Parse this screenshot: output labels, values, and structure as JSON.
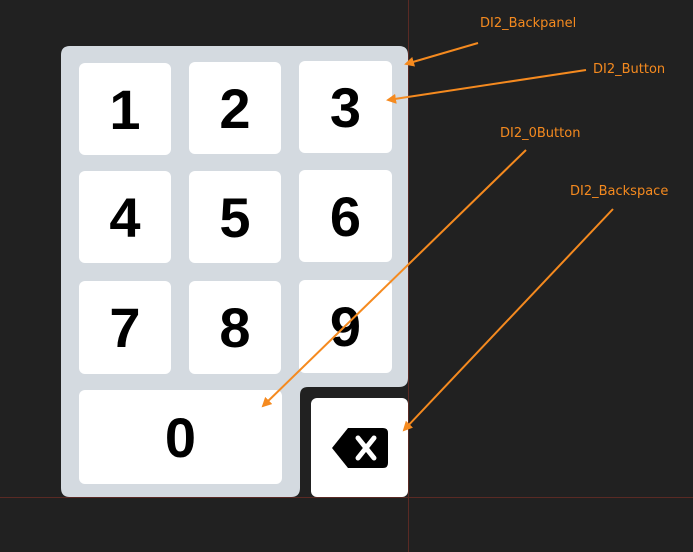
{
  "keypad": {
    "keys": [
      "1",
      "2",
      "3",
      "4",
      "5",
      "6",
      "7",
      "8",
      "9"
    ],
    "zero": "0",
    "backspace_icon": "backspace-icon",
    "panel_color": "#d4dae0",
    "key_color": "#ffffff"
  },
  "annotations": {
    "backpanel": "DI2_Backpanel",
    "button": "DI2_Button",
    "zero_button": "DI2_0Button",
    "backspace": "DI2_Backspace",
    "color": "#f58a1f"
  },
  "canvas": {
    "background": "#212121",
    "guide_color": "#5a2a24"
  }
}
